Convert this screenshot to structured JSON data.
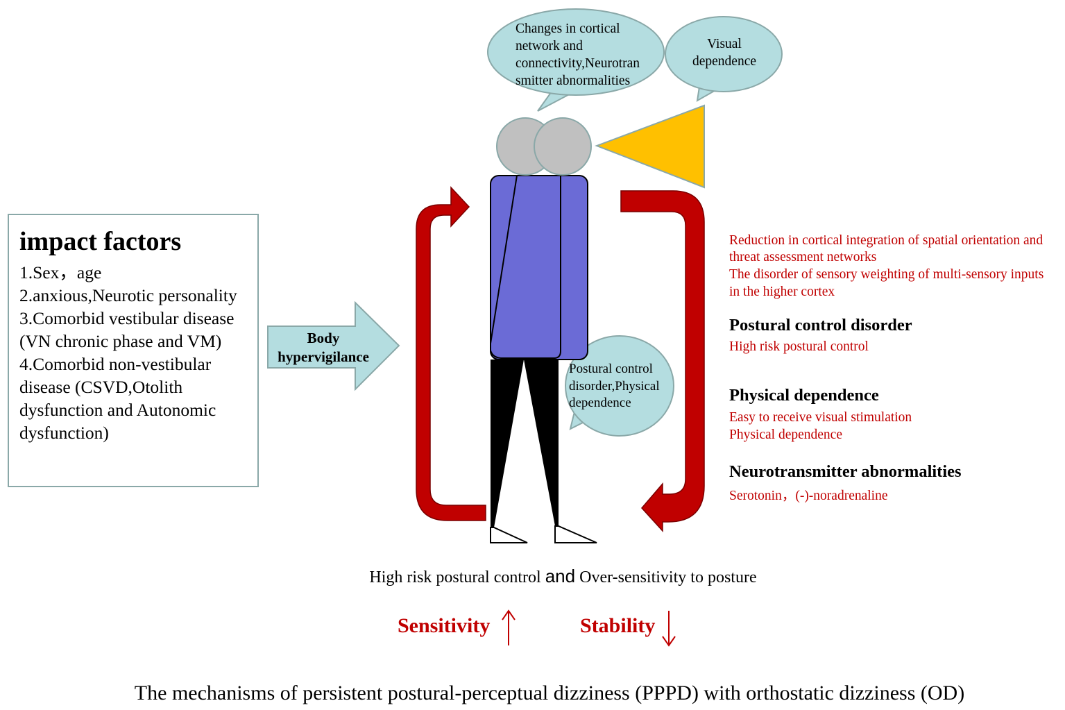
{
  "colors": {
    "bubble_fill": "#b4dde0",
    "bubble_stroke": "#8aa8a8",
    "head_fill": "#c0c0c0",
    "body_fill": "#6b6bd6",
    "cycle_arrow": "#c00000",
    "triangle_fill": "#ffc000",
    "red_text": "#c00000"
  },
  "icons": {
    "head": "head-circles-icon",
    "body": "torso-icon",
    "legs": "legs-icon",
    "visual": "visual-triangle-icon",
    "cycle": "cycle-arrow-icon",
    "up": "up-arrow-icon",
    "down": "down-arrow-icon"
  },
  "factors": {
    "title": "impact factors",
    "items": [
      "1.Sex，age",
      "2.anxious,Neurotic personality",
      "3.Comorbid vestibular disease",
      "(VN chronic phase and VM)",
      "4.Comorbid non-vestibular",
      "disease (CSVD,Otolith",
      "dysfunction and Autonomic",
      "dysfunction)"
    ]
  },
  "arrow_label": {
    "line1": "Body",
    "line2": "hypervigilance"
  },
  "bubbles": {
    "cortical": [
      "Changes in cortical",
      "network and",
      "connectivity,Neurotran",
      "smitter abnormalities"
    ],
    "visual": [
      "Visual",
      "dependence"
    ],
    "postural": [
      "Postural control",
      "disorder,Physical",
      "dependence"
    ]
  },
  "right_panel": {
    "reduction_line1": "Reduction in cortical integration of spatial orientation and",
    "reduction_line2": "threat assessment networks",
    "disorder_line1": "The disorder of sensory weighting of multi-sensory inputs",
    "disorder_line2": "in the higher cortex",
    "postural_heading": "Postural control disorder",
    "postural_sub": "High risk postural control",
    "physical_heading": "Physical dependence",
    "physical_sub1": "Easy to receive visual stimulation",
    "physical_sub2": "Physical dependence",
    "neuro_heading": "Neurotransmitter abnormalities",
    "neuro_sub": "Serotonin，(-)-noradrenaline"
  },
  "summary": {
    "part1": "High risk postural control ",
    "and": "and",
    "part2": " Over-sensitivity to posture"
  },
  "indicators": {
    "sensitivity": "Sensitivity",
    "stability": "Stability"
  },
  "title": "The mechanisms of persistent postural-perceptual dizziness (PPPD) with orthostatic dizziness (OD)"
}
